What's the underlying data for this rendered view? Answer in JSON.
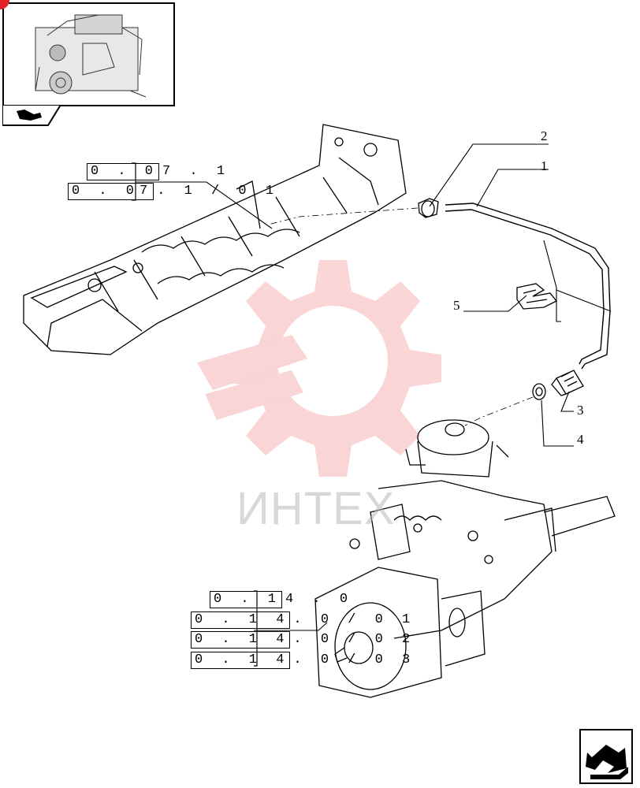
{
  "references": [
    {
      "boxed": "0 . 0",
      "rest": "7 . 1"
    },
    {
      "boxed": "0 . 07",
      "rest": ". 1 / 0 1"
    },
    {
      "boxed": "0 . 1",
      "rest": "4 . 0"
    },
    {
      "boxed": "0 . 1 4",
      "rest": ". 0 / 0 1"
    },
    {
      "boxed": "0 . 1 4",
      "rest": ". 0 / 0 2"
    },
    {
      "boxed": "0 . 1 4",
      "rest": ". 0 / 0 3"
    }
  ],
  "callouts": [
    "2",
    "1",
    "5",
    "3",
    "4"
  ],
  "watermark": {
    "text": "ИНТЕХ",
    "color": "#f06a6a"
  },
  "icons": {
    "thumbnail": "engine-thumbnail-icon",
    "tab": "book-hand-icon",
    "nav": "next-page-arrow-icon"
  }
}
